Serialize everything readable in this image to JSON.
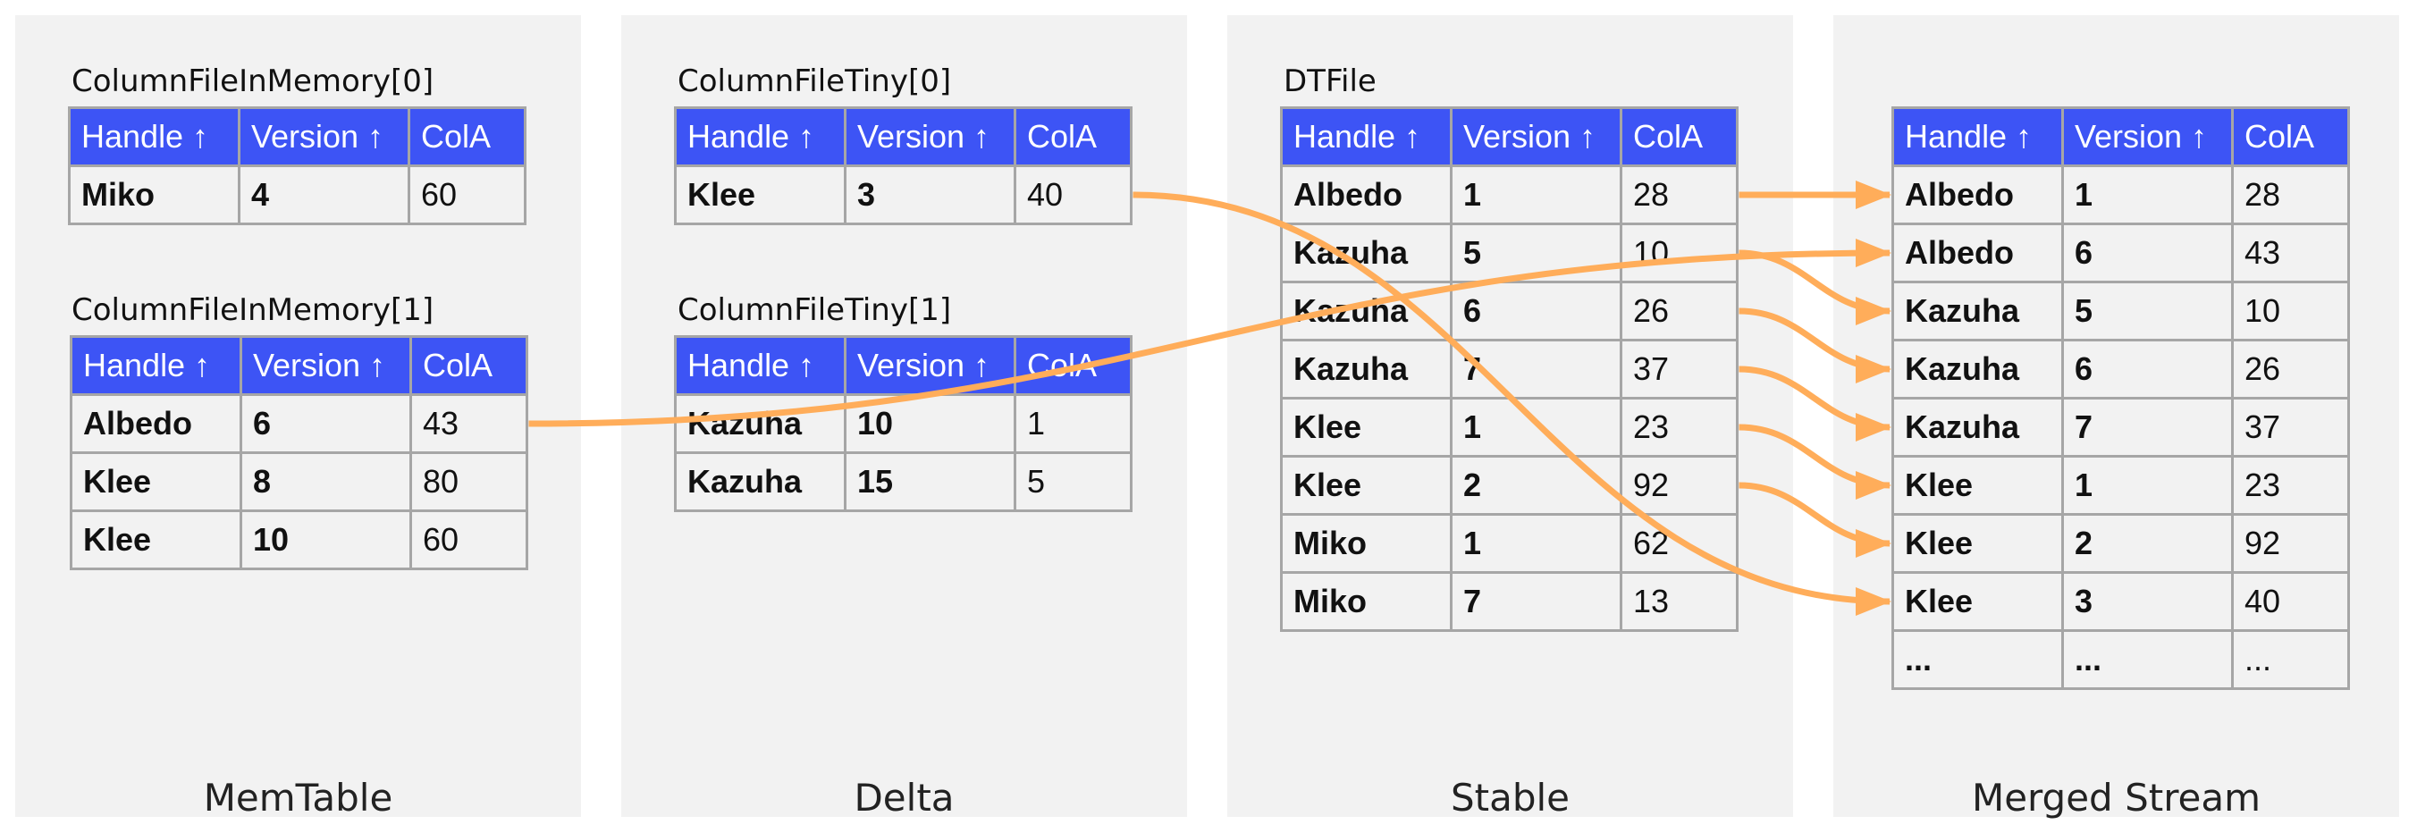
{
  "headers": [
    "Handle ↑",
    "Version ↑",
    "ColA"
  ],
  "panels": [
    {
      "label": "MemTable"
    },
    {
      "label": "Delta"
    },
    {
      "label": "Stable"
    },
    {
      "label": "Merged Stream"
    }
  ],
  "tables": {
    "mem0": {
      "caption": "ColumnFileInMemory[0]",
      "rows": [
        [
          "Miko",
          "4",
          "60"
        ]
      ]
    },
    "mem1": {
      "caption": "ColumnFileInMemory[1]",
      "rows": [
        [
          "Albedo",
          "6",
          "43"
        ],
        [
          "Klee",
          "8",
          "80"
        ],
        [
          "Klee",
          "10",
          "60"
        ]
      ]
    },
    "tiny0": {
      "caption": "ColumnFileTiny[0]",
      "rows": [
        [
          "Klee",
          "3",
          "40"
        ]
      ]
    },
    "tiny1": {
      "caption": "ColumnFileTiny[1]",
      "rows": [
        [
          "Kazuha",
          "10",
          "1"
        ],
        [
          "Kazuha",
          "15",
          "5"
        ]
      ]
    },
    "dtfile": {
      "caption": "DTFile",
      "rows": [
        [
          "Albedo",
          "1",
          "28"
        ],
        [
          "Kazuha",
          "5",
          "10"
        ],
        [
          "Kazuha",
          "6",
          "26"
        ],
        [
          "Kazuha",
          "7",
          "37"
        ],
        [
          "Klee",
          "1",
          "23"
        ],
        [
          "Klee",
          "2",
          "92"
        ],
        [
          "Miko",
          "1",
          "62"
        ],
        [
          "Miko",
          "7",
          "13"
        ]
      ]
    },
    "merged": {
      "caption": "",
      "rows": [
        [
          "Albedo",
          "1",
          "28"
        ],
        [
          "Albedo",
          "6",
          "43"
        ],
        [
          "Kazuha",
          "5",
          "10"
        ],
        [
          "Kazuha",
          "6",
          "26"
        ],
        [
          "Kazuha",
          "7",
          "37"
        ],
        [
          "Klee",
          "1",
          "23"
        ],
        [
          "Klee",
          "2",
          "92"
        ],
        [
          "Klee",
          "3",
          "40"
        ],
        [
          "...",
          "...",
          "..."
        ]
      ]
    }
  },
  "colors": {
    "header_bg": "#3d54f5",
    "arrow": "#ffad5a",
    "panel_bg": "#f2f2f2"
  },
  "arrow_links": [
    {
      "from": "dtfile",
      "row": 0,
      "to_row": 0
    },
    {
      "from": "dtfile",
      "row": 1,
      "to_row": 2
    },
    {
      "from": "dtfile",
      "row": 2,
      "to_row": 3
    },
    {
      "from": "dtfile",
      "row": 3,
      "to_row": 4
    },
    {
      "from": "dtfile",
      "row": 4,
      "to_row": 5
    },
    {
      "from": "dtfile",
      "row": 5,
      "to_row": 6
    },
    {
      "from": "mem1",
      "row": 0,
      "to_row": 1
    },
    {
      "from": "tiny0",
      "row": 0,
      "to_row": 7
    }
  ]
}
